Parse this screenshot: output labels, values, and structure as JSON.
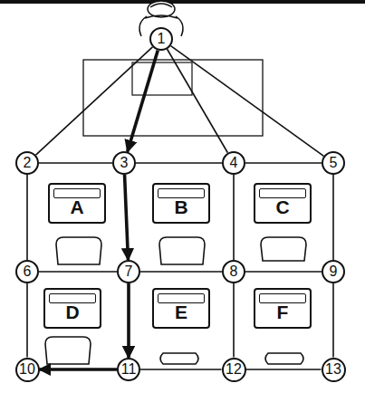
{
  "diagram": {
    "nodes": [
      {
        "text": [
          "1"
        ]
      },
      {
        "text": [
          "2"
        ]
      },
      {
        "text": [
          "3"
        ]
      },
      {
        "text": [
          "4"
        ]
      },
      {
        "text": [
          "5"
        ]
      },
      {
        "text": [
          "A"
        ]
      },
      {
        "text": [
          "B"
        ]
      },
      {
        "text": [
          "C"
        ]
      },
      {
        "text": [
          "6"
        ]
      },
      {
        "text": [
          "7"
        ]
      },
      {
        "text": [
          "8"
        ]
      },
      {
        "text": [
          "9"
        ]
      },
      {
        "text": [
          "D"
        ]
      },
      {
        "text": [
          "E"
        ]
      },
      {
        "text": [
          "F"
        ]
      },
      {
        "text": [
          "10"
        ]
      },
      {
        "text": [
          "11"
        ]
      },
      {
        "text": [
          "12"
        ]
      },
      {
        "text": [
          "13"
        ]
      }
    ],
    "edges": [
      {
        "from": 0,
        "to": 1,
        "arrow": "none"
      },
      {
        "from": 0,
        "to": 2,
        "arrow": "to"
      },
      {
        "from": 0,
        "to": 3,
        "arrow": "none"
      },
      {
        "from": 0,
        "to": 4,
        "arrow": "none"
      },
      {
        "from": 1,
        "to": 2,
        "arrow": "none"
      },
      {
        "from": 2,
        "to": 3,
        "arrow": "none"
      },
      {
        "from": 3,
        "to": 4,
        "arrow": "none"
      },
      {
        "from": 1,
        "to": 8,
        "arrow": "none"
      },
      {
        "from": 2,
        "to": 9,
        "arrow": "to"
      },
      {
        "from": 3,
        "to": 10,
        "arrow": "none"
      },
      {
        "from": 4,
        "to": 11,
        "arrow": "none"
      },
      {
        "from": 8,
        "to": 9,
        "arrow": "none"
      },
      {
        "from": 9,
        "to": 10,
        "arrow": "none"
      },
      {
        "from": 10,
        "to": 11,
        "arrow": "none"
      },
      {
        "from": 8,
        "to": 15,
        "arrow": "none"
      },
      {
        "from": 9,
        "to": 16,
        "arrow": "to"
      },
      {
        "from": 10,
        "to": 17,
        "arrow": "none"
      },
      {
        "from": 11,
        "to": 18,
        "arrow": "none"
      },
      {
        "from": 16,
        "to": 15,
        "arrow": "to"
      },
      {
        "from": 16,
        "to": 17,
        "arrow": "none"
      },
      {
        "from": 17,
        "to": 18,
        "arrow": "none"
      }
    ]
  }
}
